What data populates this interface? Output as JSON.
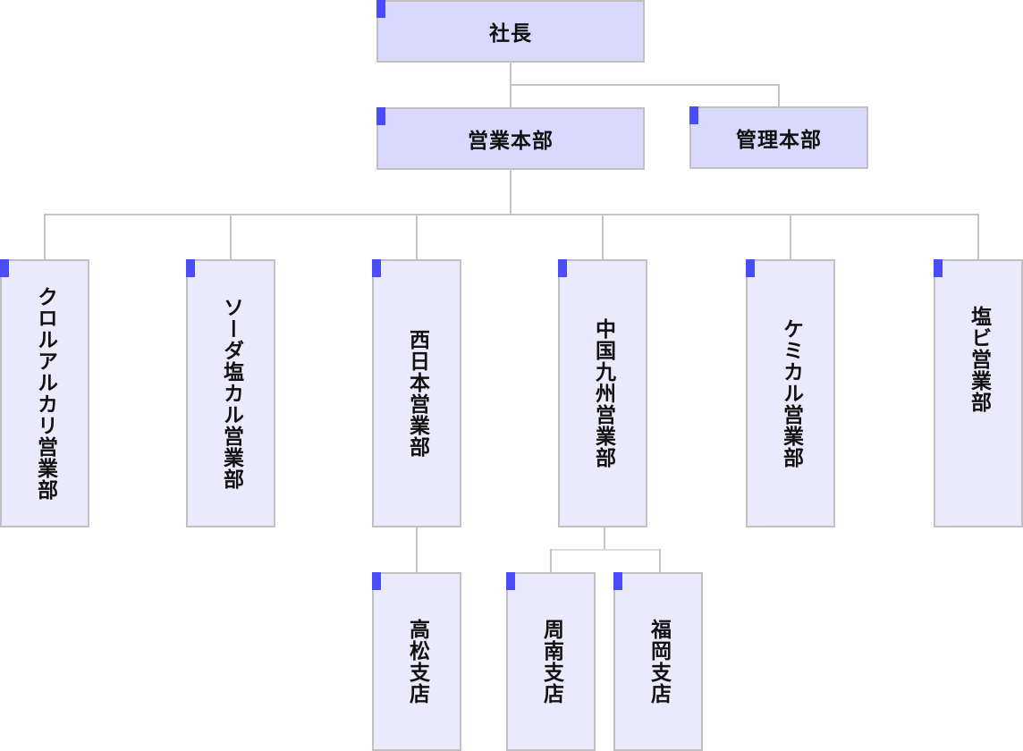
{
  "org_chart": {
    "colors": {
      "node_fill_top": "#d9d9fd",
      "node_fill_low": "#eaeafc",
      "node_border": "#c0c0c0",
      "marker": "#4a4cfb",
      "connector": "#c4c4c4"
    },
    "nodes": {
      "president": "社長",
      "sales_hq": "営業本部",
      "admin_hq": "管理本部",
      "chlor_alkali": "クロルアルカリ営業部",
      "soda_salt": "ソーダ塩カル営業部",
      "west_japan": "西日本営業部",
      "chugoku_kyushu": "中国九州営業部",
      "chemical": "ケミカル営業部",
      "pvc": "塩ビ営業部",
      "takamatsu": "高松支店",
      "shunan": "周南支店",
      "fukuoka": "福岡支店"
    },
    "hierarchy": [
      {
        "name": "社長",
        "children": [
          {
            "name": "営業本部",
            "children": [
              {
                "name": "クロルアルカリ営業部"
              },
              {
                "name": "ソーダ塩カル営業部"
              },
              {
                "name": "西日本営業部",
                "children": [
                  {
                    "name": "高松支店"
                  }
                ]
              },
              {
                "name": "中国九州営業部",
                "children": [
                  {
                    "name": "周南支店"
                  },
                  {
                    "name": "福岡支店"
                  }
                ]
              },
              {
                "name": "ケミカル営業部"
              },
              {
                "name": "塩ビ営業部"
              }
            ]
          },
          {
            "name": "管理本部"
          }
        ]
      }
    ]
  }
}
